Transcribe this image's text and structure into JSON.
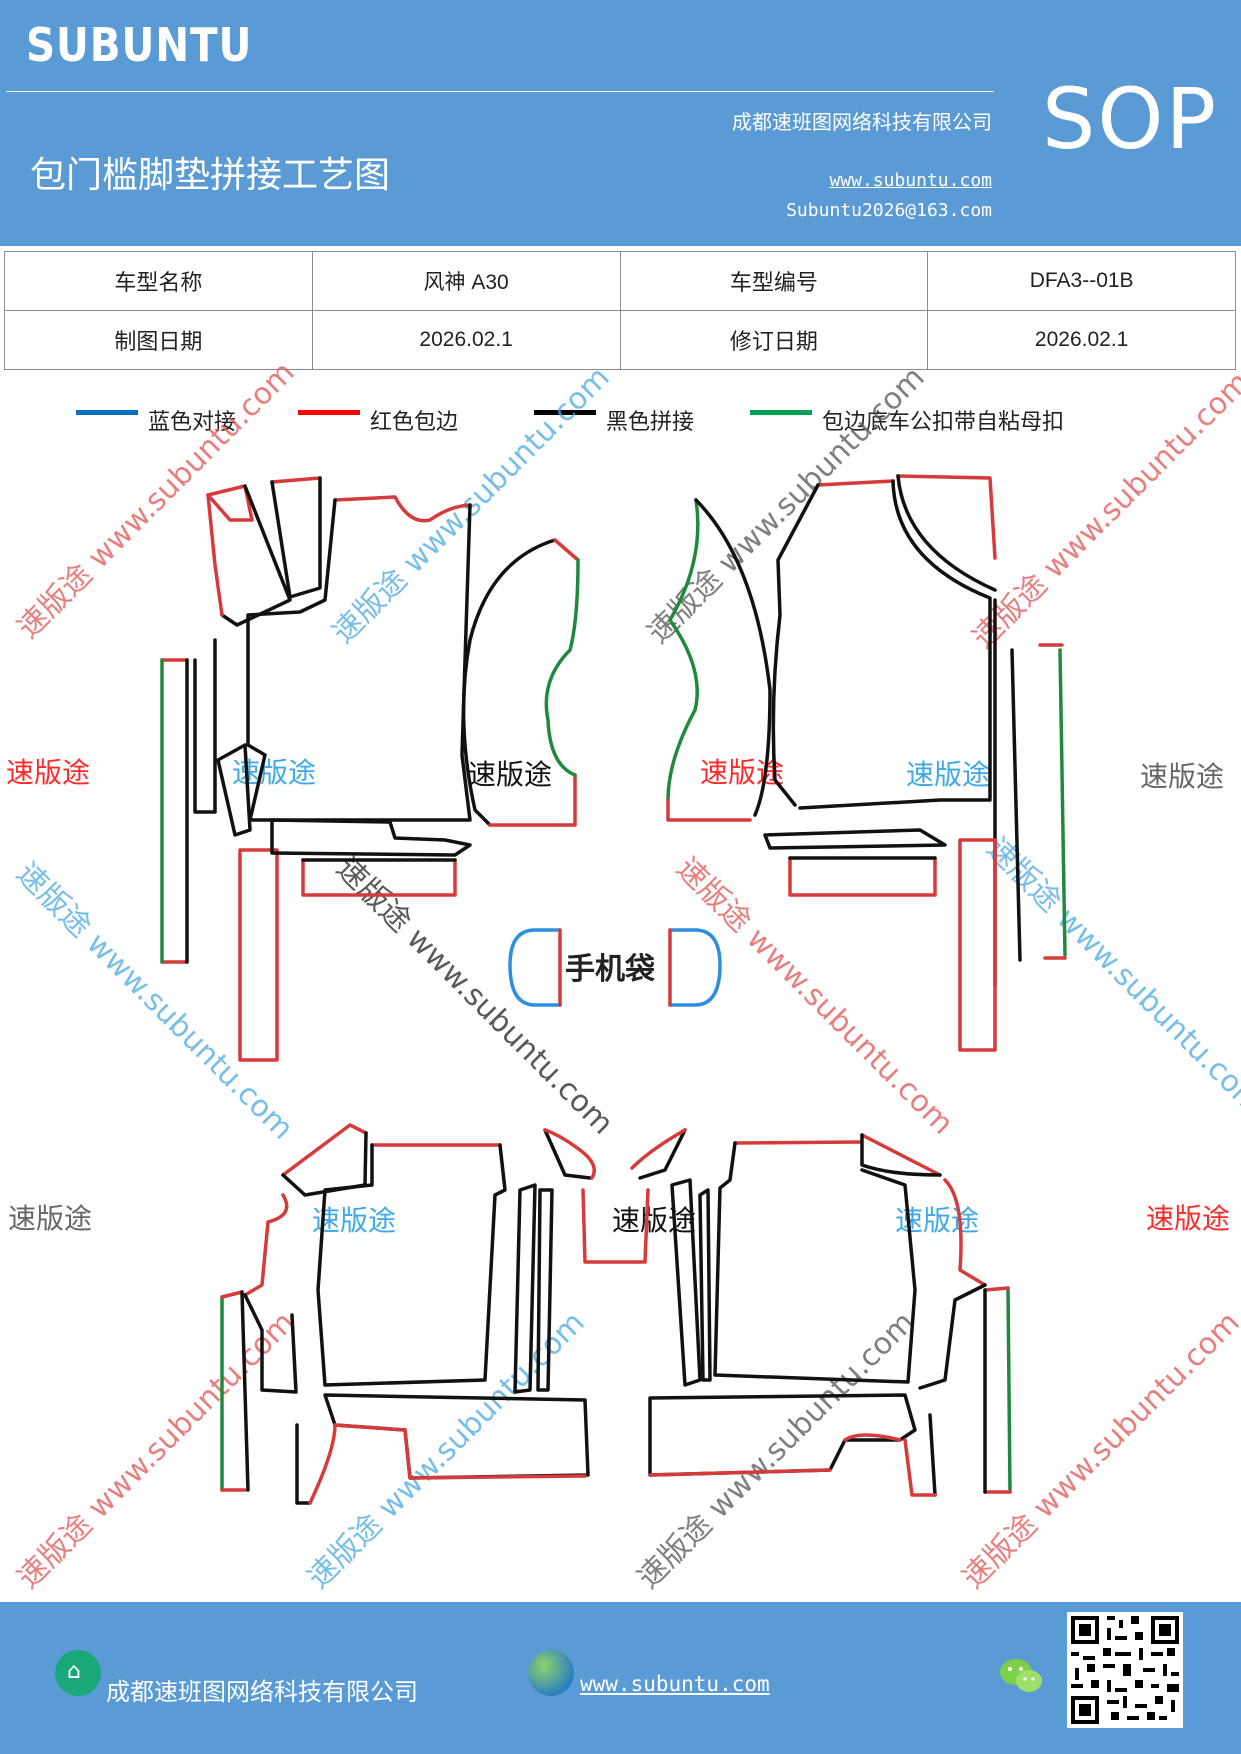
{
  "header": {
    "brand": "SUBUNTU",
    "sop": "SOP",
    "company": "成都速班图网络科技有限公司",
    "title": "包门槛脚垫拼接工艺图",
    "website": "www.subuntu.com",
    "email": "Subuntu2026@163.com"
  },
  "info_table": {
    "rows": [
      {
        "label1": "车型名称",
        "value1": "风神 A30",
        "label2": "车型编号",
        "value2": "DFA3--01B"
      },
      {
        "label1": "制图日期",
        "value1": "2026.02.1",
        "label2": "修订日期",
        "value2": "2026.02.1"
      }
    ]
  },
  "legend": [
    {
      "label": "蓝色对接",
      "color": "#0070c0"
    },
    {
      "label": "红色包边",
      "color": "#ff0000"
    },
    {
      "label": "黑色拼接",
      "color": "#000000"
    },
    {
      "label": "包边底车公扣带自粘母扣",
      "color": "#00a050"
    }
  ],
  "diagram": {
    "center_label": "手机袋",
    "watermark_word": "速版途",
    "watermark_url": "www.subuntu.com",
    "colors": {
      "edge_red": "#d63a3a",
      "seam_black": "#111111",
      "joint_blue": "#2f8fdc",
      "velcro_green": "#1f8a3c"
    }
  },
  "footer": {
    "company": "成都速班图网络科技有限公司",
    "website": "www.subuntu.com "
  },
  "theme": {
    "header_bg": "#5b9bd5"
  }
}
